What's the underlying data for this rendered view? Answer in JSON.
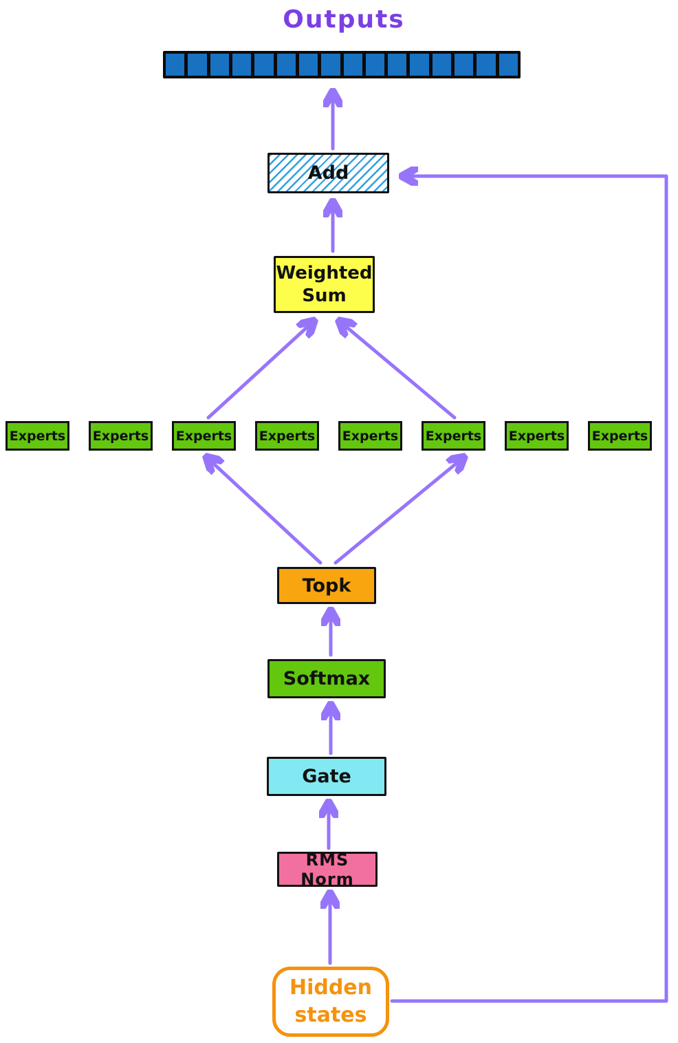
{
  "title": {
    "label": "Outputs"
  },
  "token_strip": {
    "count": 16,
    "fill": "#1971c2"
  },
  "nodes": {
    "add": {
      "label": "Add",
      "hatch_color": "#2e9fe0"
    },
    "weighted_sum": {
      "line1": "Weighted",
      "line2": "Sum",
      "fill": "#fdfd4b"
    },
    "experts": {
      "label": "Experts",
      "count": 8,
      "fill": "#63c70e"
    },
    "topk": {
      "label": "Topk",
      "fill": "#f9a50f"
    },
    "softmax": {
      "label": "Softmax",
      "fill": "#63c70e"
    },
    "gate": {
      "label": "Gate",
      "fill": "#82e9f2"
    },
    "rms_norm": {
      "label": "RMS Norm",
      "fill": "#f2709f"
    },
    "hidden_states": {
      "line1": "Hidden",
      "line2": "states",
      "accent": "#f5920e"
    }
  },
  "colors": {
    "arrow": "#9775fa",
    "title": "#7b3fe4",
    "box_border": "#111111",
    "token_fill": "#1971c2"
  }
}
